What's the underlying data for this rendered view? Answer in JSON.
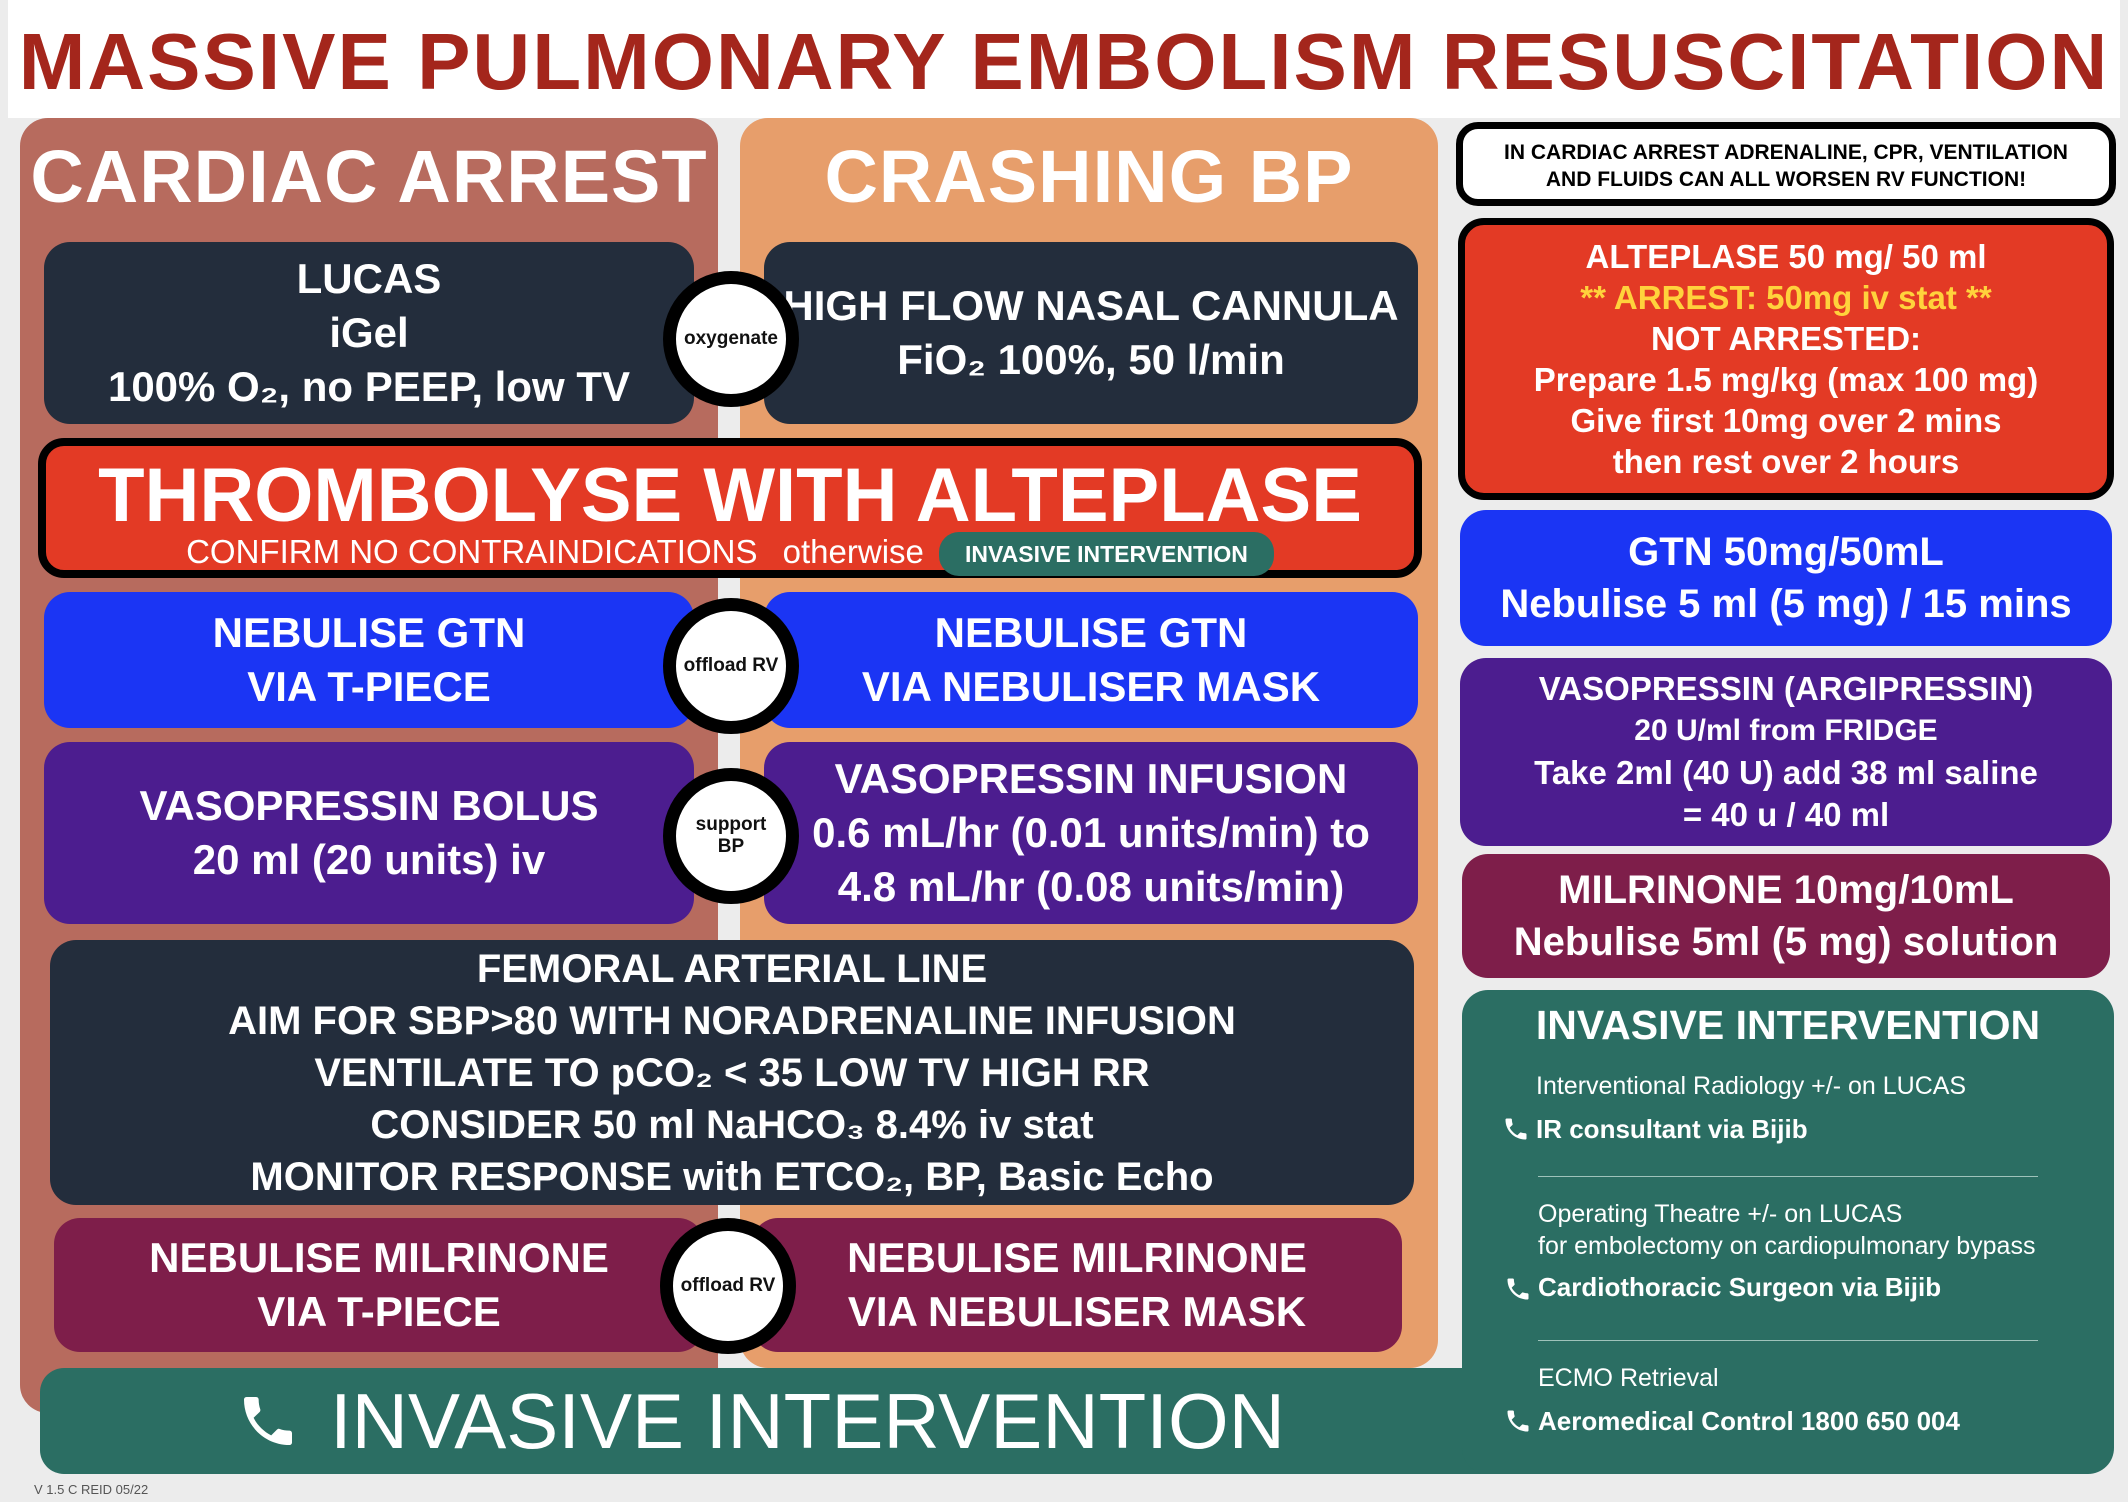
{
  "title": "MASSIVE PULMONARY EMBOLISM RESUSCITATION",
  "colors": {
    "title": "#a4261c",
    "cardiac_arrest_column": "#b76b5e",
    "crashing_bp_column": "#e79e6b",
    "dark": "#232d3c",
    "red": "#e33a25",
    "blue": "#1b35f4",
    "purple": "#4c1d8f",
    "maroon": "#7e1e4a",
    "teal": "#2b6e63",
    "yellow_text": "#ffd23c"
  },
  "columns": {
    "cardiac_arrest": "CARDIAC ARREST",
    "crashing_bp": "CRASHING BP"
  },
  "airway": {
    "left": [
      "LUCAS",
      "iGel",
      "100% O₂, no PEEP, low TV"
    ],
    "circle": "oxygenate",
    "right": [
      "HIGH FLOW NASAL CANNULA",
      "FiO₂ 100%, 50 l/min"
    ]
  },
  "thrombolyse": {
    "title": "THROMBOLYSE WITH ALTEPLASE",
    "sub": "CONFIRM NO CONTRAINDICATIONS",
    "otherwise": "otherwise",
    "pill": "INVASIVE INTERVENTION"
  },
  "gtn": {
    "left": [
      "NEBULISE GTN",
      "VIA T-PIECE"
    ],
    "circle": "offload RV",
    "right": [
      "NEBULISE GTN",
      "VIA NEBULISER MASK"
    ]
  },
  "vaso": {
    "left": [
      "VASOPRESSIN BOLUS",
      "20 ml (20 units) iv"
    ],
    "circle_line1": "support",
    "circle_line2": "BP",
    "right": [
      "VASOPRESSIN INFUSION",
      "0.6 mL/hr (0.01 units/min) to",
      "4.8 mL/hr (0.08 units/min)"
    ]
  },
  "femoral": [
    "FEMORAL ARTERIAL LINE",
    "AIM FOR SBP>80 WITH NORADRENALINE INFUSION",
    "VENTILATE TO pCO₂ < 35 LOW TV HIGH RR",
    "CONSIDER 50 ml NaHCO₃ 8.4% iv stat",
    "MONITOR RESPONSE with ETCO₂, BP, Basic Echo"
  ],
  "milrinone": {
    "left": [
      "NEBULISE MILRINONE",
      "VIA T-PIECE"
    ],
    "circle": "offload RV",
    "right": [
      "NEBULISE MILRINONE",
      "VIA NEBULISER MASK"
    ]
  },
  "bottom_banner": {
    "icon": "phone-icon",
    "label": "INVASIVE INTERVENTION"
  },
  "footer": "V 1.5 C REID 05/22",
  "sidebar": {
    "warning": [
      "IN CARDIAC ARREST ADRENALINE, CPR, VENTILATION",
      "AND FLUIDS CAN ALL WORSEN RV FUNCTION!"
    ],
    "alteplase": {
      "line1": "ALTEPLASE 50 mg/ 50 ml",
      "arrest": "** ARREST: 50mg iv stat **",
      "rest": [
        "NOT ARRESTED:",
        "Prepare 1.5 mg/kg (max 100 mg)",
        "Give first 10mg over 2 mins",
        "then rest over 2 hours"
      ]
    },
    "gtn": [
      "GTN 50mg/50mL",
      "Nebulise 5 ml (5 mg) / 15 mins"
    ],
    "vasopressin": {
      "title": "VASOPRESSIN (ARGIPRESSIN)",
      "lines": [
        "20 U/ml from FRIDGE",
        "Take 2ml (40 U) add 38 ml saline",
        "= 40 u / 40 ml"
      ]
    },
    "milrinone": [
      "MILRINONE 10mg/10mL",
      "Nebulise 5ml (5 mg) solution"
    ],
    "invasive": {
      "title": "INVASIVE INTERVENTION",
      "items": [
        {
          "desc": [
            "Interventional Radiology +/- on LUCAS"
          ],
          "contact": "IR consultant via Bijib"
        },
        {
          "desc": [
            "Operating Theatre +/- on LUCAS",
            "for embolectomy on cardiopulmonary bypass"
          ],
          "contact": "Cardiothoracic Surgeon via Bijib"
        },
        {
          "desc": [
            "ECMO Retrieval"
          ],
          "contact": "Aeromedical Control 1800 650 004"
        }
      ]
    }
  }
}
